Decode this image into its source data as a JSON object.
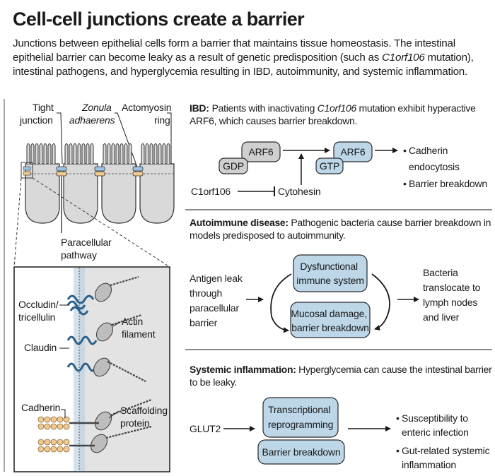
{
  "title": "Cell-cell junctions create a barrier",
  "intro": {
    "part1": "Junctions between epithelial cells form a barrier that maintains tissue homeostasis. The intestinal epithelial barrier can become leaky as a result of genetic predisposition (such as ",
    "gene": "C1orf106",
    "part2": " mutation), intestinal pathogens, and hyperglycemia resulting in IBD, autoimmunity, and systemic inflammation."
  },
  "left_panel": {
    "tight_junction": [
      "Tight",
      "junction"
    ],
    "zonula_adhaerens": [
      "Zonula",
      "adhaerens"
    ],
    "actomyosin_ring": [
      "Actomyosin",
      "ring"
    ],
    "paracellular_pathway": [
      "Paracellular",
      "pathway"
    ],
    "occludin": [
      "Occludin/",
      "tricellulin"
    ],
    "claudin": "Claudin",
    "actin_filament": [
      "Actin",
      "filament"
    ],
    "cadherin": "Cadherin",
    "scaffolding_protein": [
      "Scaffolding",
      "protein"
    ]
  },
  "ibd": {
    "heading": "IBD:",
    "text_line1_a": "Patients with inactivating ",
    "text_line1_gene": "C1orf106",
    "text_line1_b": " mutation exhibit hyperactive",
    "text_line2": "ARF6, which causes barrier breakdown.",
    "arf6_inactive": "ARF6",
    "gdp": "GDP",
    "arf6_active": "ARF6",
    "gtp": "GTP",
    "c1orf106": "C1orf106",
    "cytohesin": "Cytohesin",
    "outcomes": [
      [
        "Cadherin",
        "endocytosis"
      ],
      [
        "Barrier breakdown"
      ]
    ]
  },
  "autoimmune": {
    "heading": "Autoimmune disease:",
    "text_line1": " Pathogenic bacteria cause barrier breakdown in",
    "text_line2": "models predisposed to autoimmunity.",
    "antigen": [
      "Antigen leak",
      "through",
      "paracellular",
      "barrier"
    ],
    "dysfunctional": [
      "Dysfunctional",
      "immune system"
    ],
    "mucosal": [
      "Mucosal damage,",
      "barrier breakdown"
    ],
    "bacteria": [
      "Bacteria",
      "translocate to",
      "lymph nodes",
      "and liver"
    ]
  },
  "systemic": {
    "heading": "Systemic inflammation:",
    "text_line1": "  Hyperglycemia can cause the intestinal barrier",
    "text_line2": "to be leaky.",
    "glut2": "GLUT2",
    "transcriptional": [
      "Transcriptional",
      "reprogramming"
    ],
    "barrier_breakdown": "Barrier breakdown",
    "outcomes": [
      [
        "Susceptibility to",
        "enteric infection"
      ],
      [
        "Gut-related systemic",
        "inflammation"
      ]
    ]
  },
  "colors": {
    "box_fill": "#bdd7e8",
    "box_stroke": "#2a2a2a",
    "gray_fill": "#cfcfcf",
    "cell_fill": "#d9d9d9",
    "inset_bg": "#e3e3e3",
    "junction_orange": "#f2c98f",
    "junction_blue": "#9cc3e0",
    "divider": "#8a8a8a"
  }
}
